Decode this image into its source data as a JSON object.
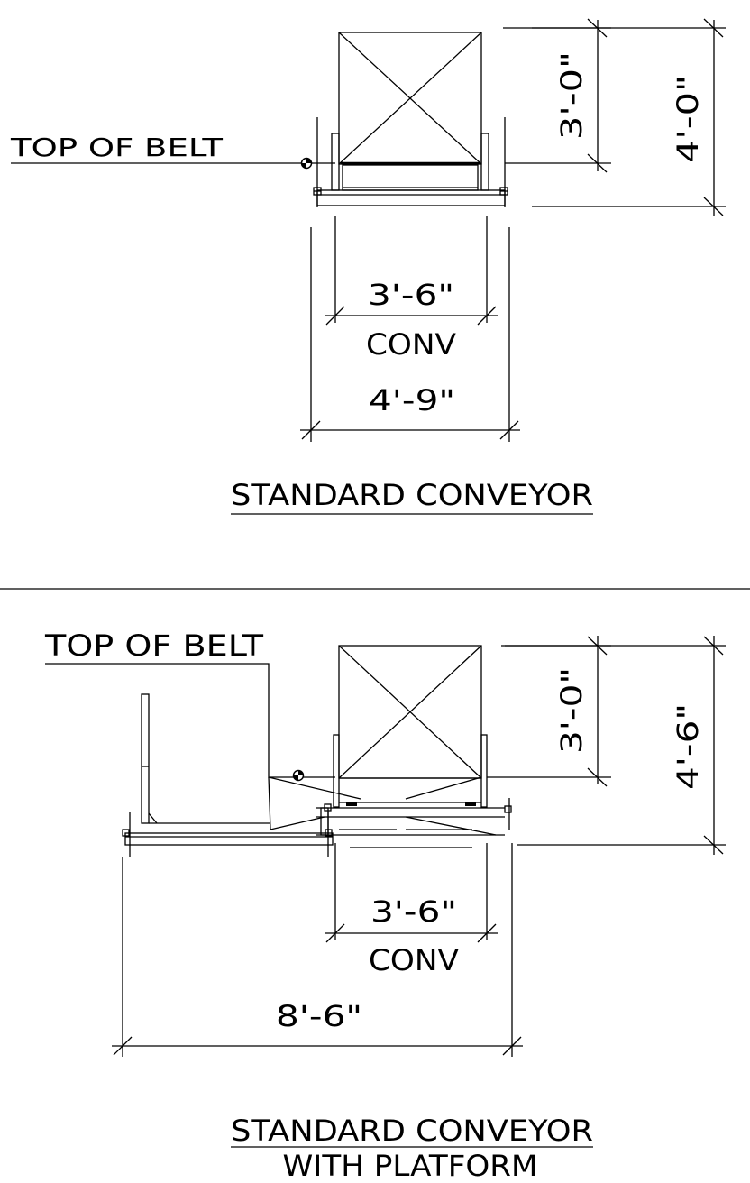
{
  "top": {
    "title": "STANDARD CONVEYOR",
    "top_of_belt_label": "TOP OF BELT",
    "dim_height_inner": "3'-0\"",
    "dim_height_outer": "4'-0\"",
    "dim_width_conv": "3'-6\"",
    "conv_label": "CONV",
    "dim_width_outer": "4'-9\""
  },
  "bottom": {
    "title_line1": "STANDARD CONVEYOR",
    "title_line2": "WITH PLATFORM",
    "top_of_belt_label": "TOP OF BELT",
    "dim_height_inner": "3'-0\"",
    "dim_height_outer": "4'-6\"",
    "dim_width_conv": "3'-6\"",
    "conv_label": "CONV",
    "dim_width_overall": "8'-6\""
  }
}
